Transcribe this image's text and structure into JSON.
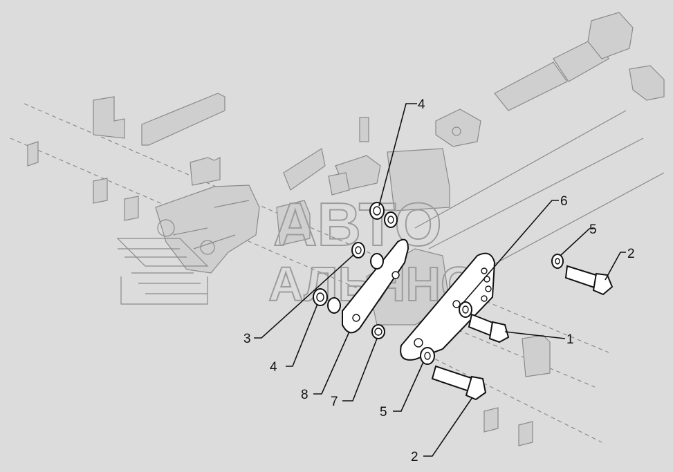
{
  "diagram": {
    "background_color": "#dcdcdc",
    "line_color": "#111111",
    "ghost_line_color": "#8a8a8a",
    "watermark": {
      "line1": "АВТО",
      "line2": "АЛЬЯНС"
    },
    "callouts": [
      {
        "id": "c1",
        "label": "1"
      },
      {
        "id": "c2a",
        "label": "2"
      },
      {
        "id": "c2b",
        "label": "2"
      },
      {
        "id": "c3",
        "label": "3"
      },
      {
        "id": "c4a",
        "label": "4"
      },
      {
        "id": "c4b",
        "label": "4"
      },
      {
        "id": "c5a",
        "label": "5"
      },
      {
        "id": "c5b",
        "label": "5"
      },
      {
        "id": "c6",
        "label": "6"
      },
      {
        "id": "c7",
        "label": "7"
      },
      {
        "id": "c8",
        "label": "8"
      }
    ]
  }
}
